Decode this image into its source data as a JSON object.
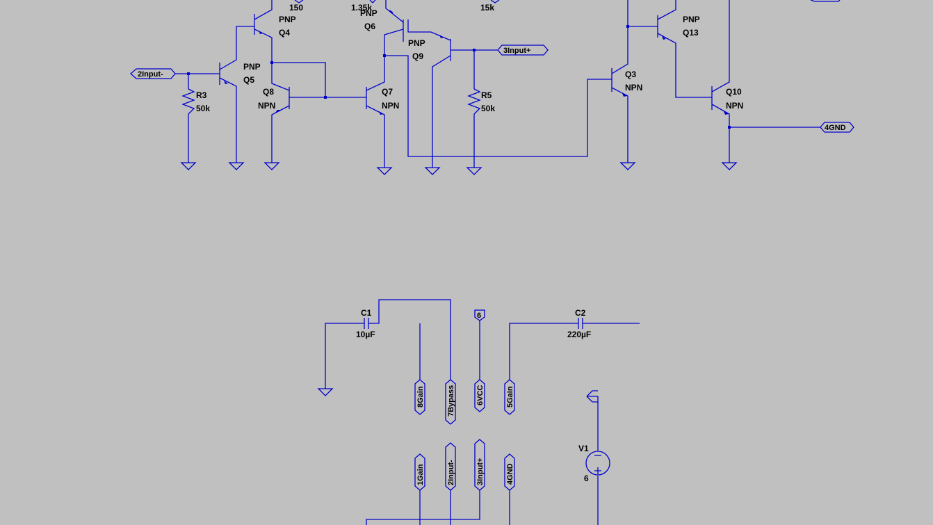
{
  "components": {
    "q4": {
      "name": "Q4",
      "type": "PNP"
    },
    "q5": {
      "name": "Q5",
      "type": "PNP"
    },
    "q6": {
      "name": "Q6",
      "type": "PNP"
    },
    "q7": {
      "name": "Q7",
      "type": "NPN"
    },
    "q8": {
      "name": "Q8",
      "type": "NPN"
    },
    "q9": {
      "name": "Q9",
      "type": "PNP"
    },
    "q3": {
      "name": "Q3",
      "type": "NPN"
    },
    "q10": {
      "name": "Q10",
      "type": "NPN"
    },
    "q13": {
      "name": "Q13",
      "type": "PNP"
    },
    "r3": {
      "name": "R3",
      "value": "50k"
    },
    "r5": {
      "name": "R5",
      "value": "50k"
    },
    "r_top1": {
      "value": "150"
    },
    "r_top2": {
      "value": "1.35k"
    },
    "r_top3": {
      "value": "15k"
    },
    "c1": {
      "name": "C1",
      "value": "10µF"
    },
    "c2": {
      "name": "C2",
      "value": "220µF"
    },
    "v1": {
      "name": "V1",
      "value": "6"
    }
  },
  "net_labels": {
    "input_minus": "2Input-",
    "input_plus": "3Input+",
    "gnd": "4GND",
    "vcc_top": "6",
    "pin8": "8Gain",
    "pin7": "7Bypass",
    "pin6": "6VCC",
    "pin5": "5Gain",
    "pin1": "1Gain",
    "pin2": "2Input-",
    "pin3": "3Input+",
    "pin4": "4GND"
  },
  "colors": {
    "background": "#c0c0c0",
    "wire": "#0000cc",
    "text": "#000000"
  }
}
